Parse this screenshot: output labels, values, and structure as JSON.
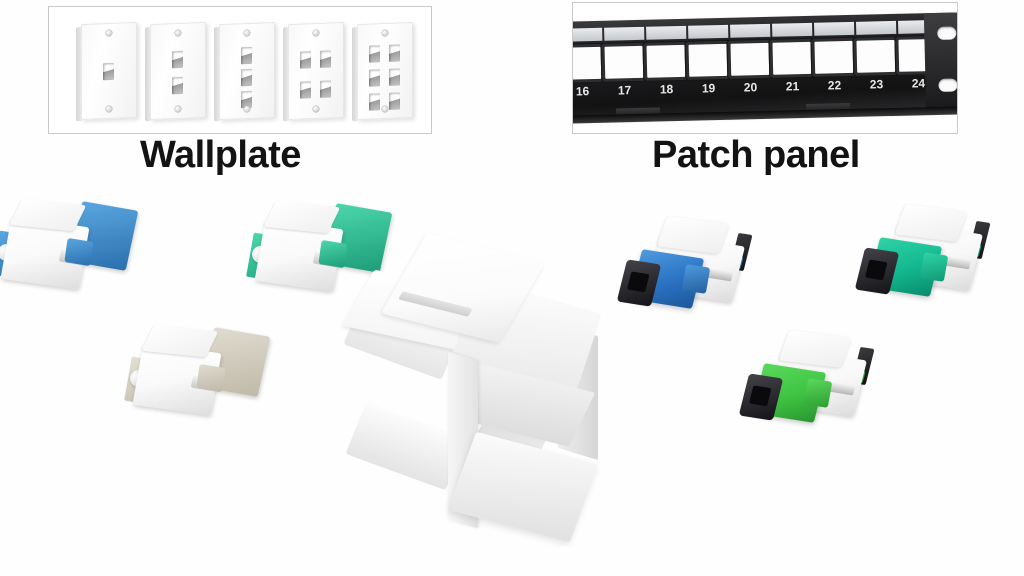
{
  "page": {
    "background_color": "#fefefe",
    "subject": "Fiber optic keystone couplers product overview"
  },
  "references": {
    "wallplate": {
      "caption": "Wallplate",
      "frame_border_color": "#c9c9c9",
      "plates": [
        {
          "name": "1-port wallplate",
          "ports": 1
        },
        {
          "name": "2-port wallplate",
          "ports": 2
        },
        {
          "name": "3-port wallplate",
          "ports": 3
        },
        {
          "name": "4-port wallplate",
          "ports": 4
        },
        {
          "name": "6-port wallplate",
          "ports": 6
        }
      ]
    },
    "patch_panel": {
      "caption": "Patch panel",
      "body_color": "#1b1b1d",
      "port_numbers": [
        "16",
        "17",
        "18",
        "19",
        "20",
        "21",
        "22",
        "23",
        "24"
      ],
      "visible_slot_count": 9,
      "label_strip_color": "#d9dee2"
    }
  },
  "couplers": {
    "hero": {
      "name": "Blank keystone insert",
      "color": "#ffffff"
    },
    "left_group": [
      {
        "name": "LC duplex keystone coupler blue",
        "type": "LC duplex",
        "color": "#3d8fd0",
        "housing_color": "#ffffff",
        "ferrule_color": "#f2f2f2"
      },
      {
        "name": "LC duplex keystone coupler aqua",
        "type": "LC duplex",
        "color": "#2fc49a",
        "housing_color": "#ffffff",
        "ferrule_color": "#f2f2f2"
      },
      {
        "name": "LC duplex keystone coupler beige",
        "type": "LC duplex",
        "color": "#d5d0c2",
        "housing_color": "#ffffff",
        "ferrule_color": "#f2f2f2"
      }
    ],
    "right_group": [
      {
        "name": "SC simplex keystone coupler blue",
        "type": "SC simplex",
        "color": "#2a72c4",
        "housing_color": "#ffffff",
        "dust_cap_color": "#17171a"
      },
      {
        "name": "SC simplex keystone coupler aqua",
        "type": "SC simplex",
        "color": "#12b78f",
        "housing_color": "#ffffff",
        "dust_cap_color": "#17171a"
      },
      {
        "name": "SC simplex keystone coupler green",
        "type": "SC simplex APC",
        "color": "#3fc442",
        "housing_color": "#ffffff",
        "dust_cap_color": "#17171a"
      }
    ]
  }
}
